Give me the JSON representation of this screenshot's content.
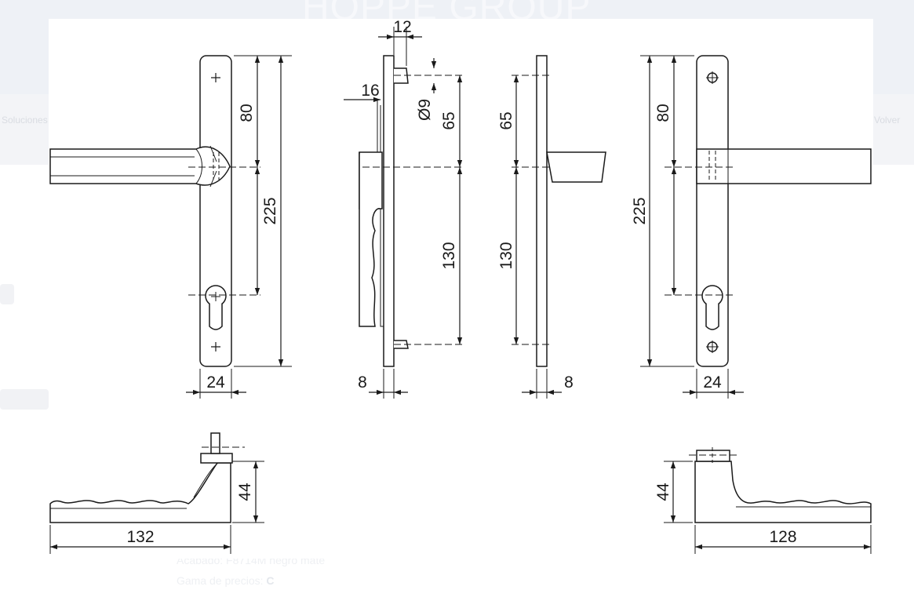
{
  "background": {
    "logo_text": "HOPPE GROUP",
    "left_tab": "Soluciones",
    "right_tab": "Volver",
    "finish_line": "Acabado: F8714M negro mate",
    "price_label": "Gama de precios:",
    "price_value": "C"
  },
  "dimensions": {
    "front_left": {
      "top_to_spindle": "80",
      "overall_height": "225",
      "plate_width": "24"
    },
    "side_left": {
      "spindle_square": "12",
      "plate_thickness_top": "16",
      "bolt_diameter": "Ø9",
      "top_to_spindle": "65",
      "spindle_to_bolt": "130",
      "plate_thickness": "8"
    },
    "side_right": {
      "top_to_spindle": "65",
      "spindle_to_bolt": "130",
      "plate_thickness": "8"
    },
    "front_right": {
      "top_to_spindle": "80",
      "overall_height": "225",
      "plate_width": "24"
    },
    "lever_left": {
      "projection": "44",
      "length": "132"
    },
    "lever_right": {
      "projection": "44",
      "length": "128"
    }
  },
  "colors": {
    "line": "#1a1a1a",
    "background_banner": "#eef1f6"
  }
}
